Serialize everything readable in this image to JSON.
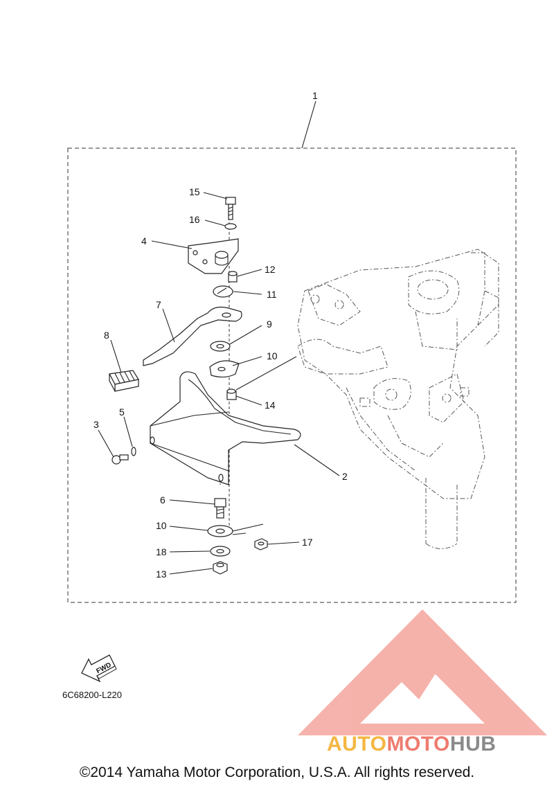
{
  "callouts": [
    {
      "id": "c1",
      "label": "1"
    },
    {
      "id": "c2",
      "label": "2"
    },
    {
      "id": "c3",
      "label": "3"
    },
    {
      "id": "c4",
      "label": "4"
    },
    {
      "id": "c5",
      "label": "5"
    },
    {
      "id": "c6",
      "label": "6"
    },
    {
      "id": "c7",
      "label": "7"
    },
    {
      "id": "c8",
      "label": "8"
    },
    {
      "id": "c9",
      "label": "9"
    },
    {
      "id": "c10a",
      "label": "10"
    },
    {
      "id": "c10b",
      "label": "10"
    },
    {
      "id": "c11",
      "label": "11"
    },
    {
      "id": "c12",
      "label": "12"
    },
    {
      "id": "c13",
      "label": "13"
    },
    {
      "id": "c14",
      "label": "14"
    },
    {
      "id": "c15",
      "label": "15"
    },
    {
      "id": "c16",
      "label": "16"
    },
    {
      "id": "c17",
      "label": "17"
    },
    {
      "id": "c18",
      "label": "18"
    }
  ],
  "fwd_label": "FWD",
  "diagram_code": "6C68200-L220",
  "copyright": "©2014 Yamaha Motor Corporation, U.S.A. All rights reserved.",
  "watermark": {
    "part1": "AUTO",
    "part2": "MOTO",
    "part3": "HUB",
    "color_orange": "#f5b642",
    "color_red": "#ee7b6e",
    "color_gray": "#8a8a8a",
    "triangle_color": "#f08f87"
  }
}
